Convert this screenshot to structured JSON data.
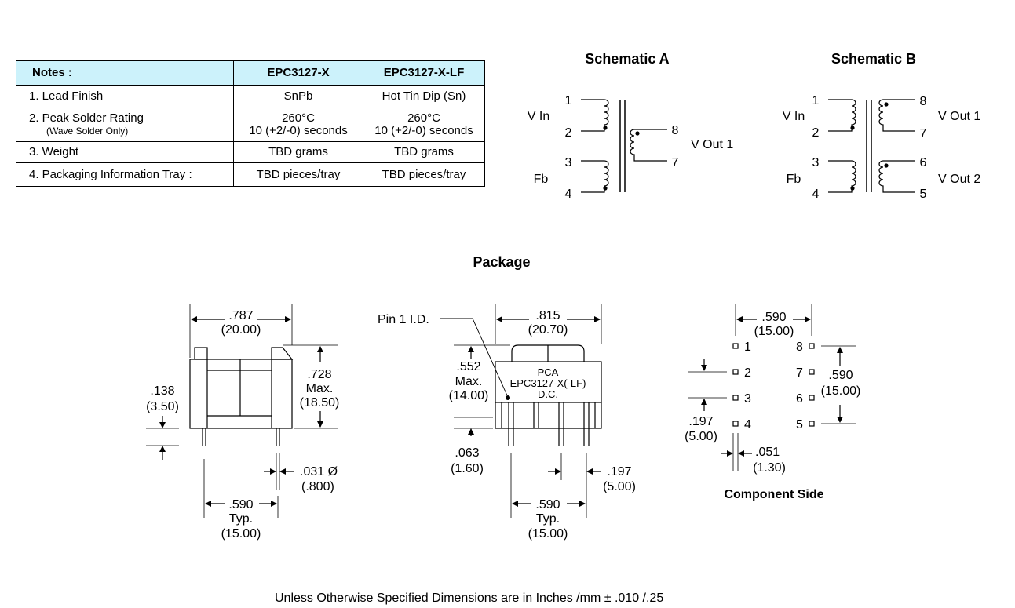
{
  "notes_table": {
    "headers": [
      "Notes :",
      "EPC3127-X",
      "EPC3127-X-LF"
    ],
    "rows": [
      {
        "label": "1.  Lead Finish",
        "sub": "",
        "x": [
          "SnPb"
        ],
        "lf": [
          "Hot Tin Dip (Sn)"
        ]
      },
      {
        "label": "2.  Peak Solder Rating",
        "sub": "(Wave Solder Only)",
        "x": [
          "260°C",
          "10 (+2/-0) seconds"
        ],
        "lf": [
          "260°C",
          "10 (+2/-0) seconds"
        ]
      },
      {
        "label": "3.  Weight",
        "sub": "",
        "x": [
          "TBD grams"
        ],
        "lf": [
          "TBD grams"
        ]
      },
      {
        "label": "4.  Packaging Information   Tray :",
        "sub": "",
        "x": [
          "TBD pieces/tray"
        ],
        "lf": [
          "TBD pieces/tray"
        ]
      }
    ]
  },
  "schematic_a": {
    "title": "Schematic A",
    "pins": [
      "1",
      "2",
      "3",
      "4",
      "8",
      "7"
    ],
    "labels": {
      "vin": "V In",
      "fb": "Fb",
      "vout": "V Out 1"
    }
  },
  "schematic_b": {
    "title": "Schematic B",
    "pins": [
      "1",
      "2",
      "3",
      "4",
      "8",
      "7",
      "6",
      "5"
    ],
    "labels": {
      "vin": "V In",
      "fb": "Fb",
      "vout1": "V Out 1",
      "vout2": "V Out 2"
    }
  },
  "package": {
    "title": "Package",
    "side_view": {
      "width_in": ".787",
      "width_mm": "(20.00)",
      "height_in": ".728",
      "height_max": "Max.",
      "height_mm": "(18.50)",
      "standoff_in": ".138",
      "standoff_mm": "(3.50)",
      "pin_dia_in": ".031 Ø",
      "pin_dia_mm": "(.800)",
      "pitch_in": ".590",
      "pitch_typ": "Typ.",
      "pitch_mm": "(15.00)"
    },
    "front_view": {
      "pin1_label": "Pin 1 I.D.",
      "width_in": ".815",
      "width_mm": "(20.70)",
      "height_in": ".552",
      "height_max": "Max.",
      "height_mm": "(14.00)",
      "marking": [
        "PCA",
        "EPC3127-X(-LF)",
        "D.C."
      ],
      "standoff_in": ".063",
      "standoff_mm": "(1.60)",
      "pitch_in": ".590",
      "pitch_typ": "Typ.",
      "pitch_mm": "(15.00)",
      "spacing_in": ".197",
      "spacing_mm": "(5.00)"
    },
    "component_side": {
      "title": "Component Side",
      "width_in": ".590",
      "width_mm": "(15.00)",
      "row_in": ".590",
      "row_mm": "(15.00)",
      "pitch_in": ".197",
      "pitch_mm": "(5.00)",
      "pad_in": ".051",
      "pad_mm": "(1.30)",
      "left_pins": [
        "1",
        "2",
        "3",
        "4"
      ],
      "right_pins": [
        "8",
        "7",
        "6",
        "5"
      ]
    }
  },
  "footer": "Unless Otherwise Specified Dimensions are in Inches /mm   ± .010 /.25"
}
